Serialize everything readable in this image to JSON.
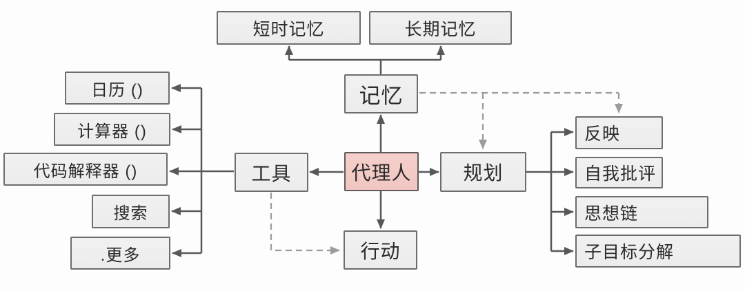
{
  "diagram": {
    "description": "Autonomous agent architecture overview (Chinese)",
    "nodes": {
      "short_term_memory": {
        "label": "短时记忆"
      },
      "long_term_memory": {
        "label": "长期记忆"
      },
      "memory": {
        "label": "记忆"
      },
      "agent": {
        "label": "代理人"
      },
      "tools": {
        "label": "工具"
      },
      "planning": {
        "label": "规划"
      },
      "action": {
        "label": "行动"
      },
      "calendar": {
        "label": "日历 ()"
      },
      "calculator": {
        "label": "计算器 ()"
      },
      "code_interpreter": {
        "label": "代码解释器 ()"
      },
      "search": {
        "label": "搜索"
      },
      "more": {
        "label": ".更多"
      },
      "reflection": {
        "label": "反映"
      },
      "self_criticism": {
        "label": "自我批评"
      },
      "chain_of_thought": {
        "label": "思想链"
      },
      "subgoal_decomposition": {
        "label": "子目标分解"
      }
    },
    "edges": [
      {
        "from": "memory",
        "to": "short_term_memory",
        "style": "solid"
      },
      {
        "from": "memory",
        "to": "long_term_memory",
        "style": "solid"
      },
      {
        "from": "agent",
        "to": "memory",
        "style": "solid"
      },
      {
        "from": "agent",
        "to": "tools",
        "style": "solid"
      },
      {
        "from": "agent",
        "to": "planning",
        "style": "solid"
      },
      {
        "from": "agent",
        "to": "action",
        "style": "solid"
      },
      {
        "from": "tools",
        "to": "calendar",
        "style": "solid"
      },
      {
        "from": "tools",
        "to": "calculator",
        "style": "solid"
      },
      {
        "from": "tools",
        "to": "code_interpreter",
        "style": "solid"
      },
      {
        "from": "tools",
        "to": "search",
        "style": "solid"
      },
      {
        "from": "tools",
        "to": "more",
        "style": "solid"
      },
      {
        "from": "planning",
        "to": "reflection",
        "style": "solid"
      },
      {
        "from": "planning",
        "to": "self_criticism",
        "style": "solid"
      },
      {
        "from": "planning",
        "to": "chain_of_thought",
        "style": "solid"
      },
      {
        "from": "planning",
        "to": "subgoal_decomposition",
        "style": "solid"
      },
      {
        "from": "memory",
        "to": "planning",
        "style": "dashed"
      },
      {
        "from": "memory",
        "to": "reflection",
        "style": "dashed"
      },
      {
        "from": "tools",
        "to": "action",
        "style": "dashed"
      }
    ],
    "colors": {
      "background": "#fdfdfd",
      "node_fill": "#efefef",
      "node_border": "#6d6d6d",
      "agent_fill": "#f3cbc7",
      "text": "#2b2b2b",
      "solid_edge": "#58585a",
      "dashed_edge": "#9c9c9c"
    }
  }
}
